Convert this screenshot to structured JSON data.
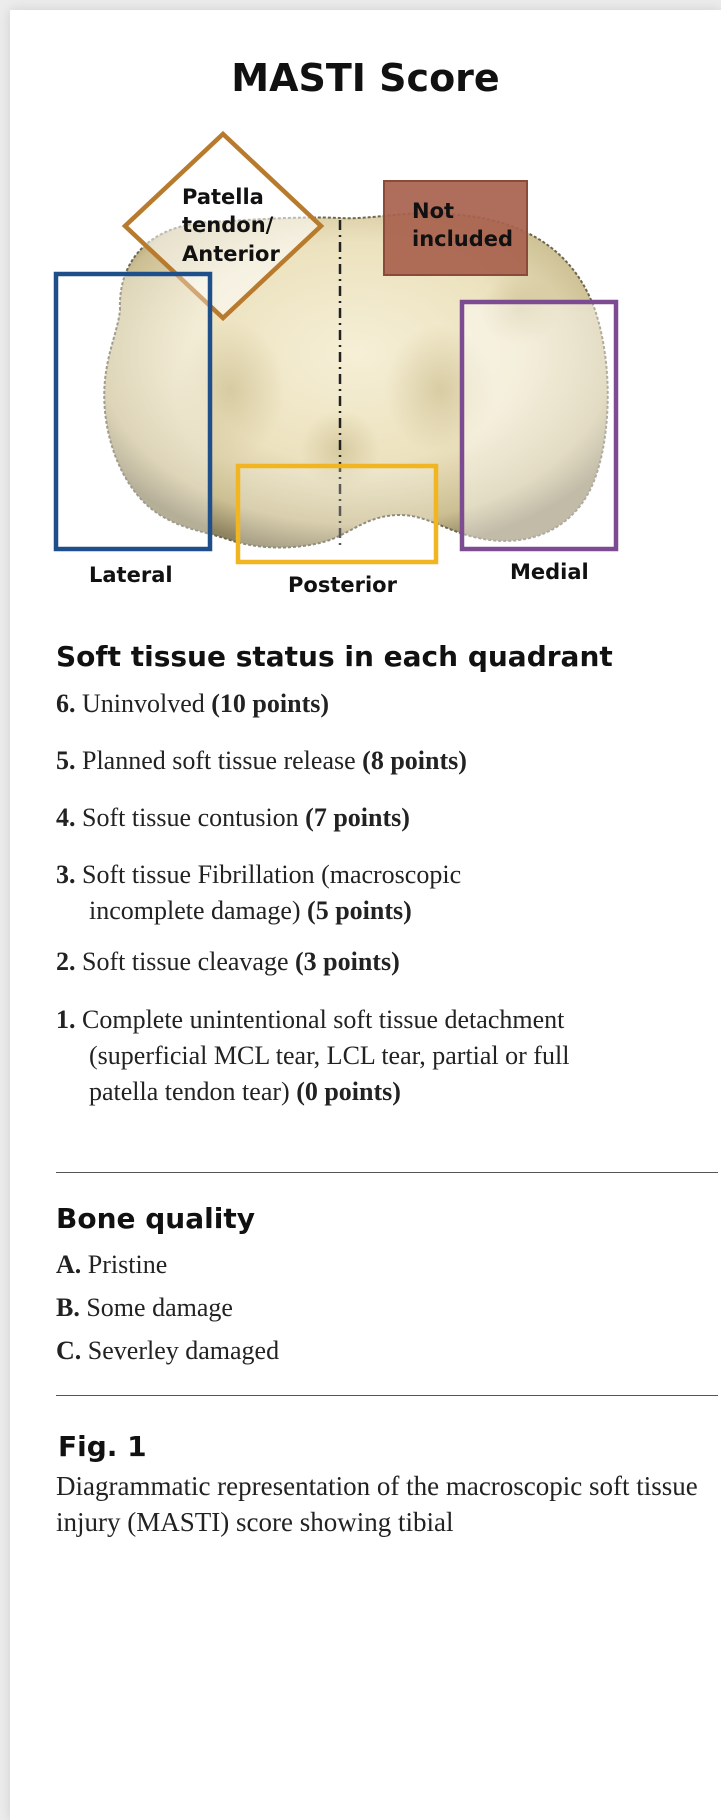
{
  "title": "MASTI Score",
  "diagram": {
    "labels": {
      "anterior_line1": "Patella",
      "anterior_line2": "tendon/",
      "anterior_line3": "Anterior",
      "not_included_line1": "Not",
      "not_included_line2": "included",
      "lateral": "Lateral",
      "posterior": "Posterior",
      "medial": "Medial"
    },
    "colors": {
      "anterior": "#b87a2c",
      "not_included": "#a8624e",
      "lateral": "#1e4f8a",
      "posterior": "#f0b520",
      "medial": "#7d4b92",
      "bone": "#efe7c8"
    }
  },
  "soft_tissue": {
    "heading": "Soft tissue status in each quadrant",
    "items": [
      {
        "num": "6.",
        "text": "Uninvolved",
        "points": "(10 points)"
      },
      {
        "num": "5.",
        "text": "Planned soft tissue release",
        "points": "(8 points)"
      },
      {
        "num": "4.",
        "text": "Soft tissue contusion",
        "points": "(7 points)"
      },
      {
        "num": "3.",
        "text": "Soft tissue Fibrillation (macroscopic incomplete damage)",
        "points": "(5 points)"
      },
      {
        "num": "2.",
        "text": "Soft tissue cleavage",
        "points": "(3 points)"
      },
      {
        "num": "1.",
        "text": "Complete unintentional soft tissue detachment (superficial MCL tear, LCL tear, partial or full patella tendon tear)",
        "points": "(0 points)"
      }
    ]
  },
  "bone_quality": {
    "heading": "Bone quality",
    "items": [
      {
        "num": "A.",
        "text": "Pristine"
      },
      {
        "num": "B.",
        "text": "Some damage"
      },
      {
        "num": "C.",
        "text": "Severley damaged"
      }
    ]
  },
  "figure": {
    "label": "Fig. 1",
    "caption": "Diagrammatic representation of the macroscopic soft tissue injury (MASTI) score showing tibial"
  }
}
